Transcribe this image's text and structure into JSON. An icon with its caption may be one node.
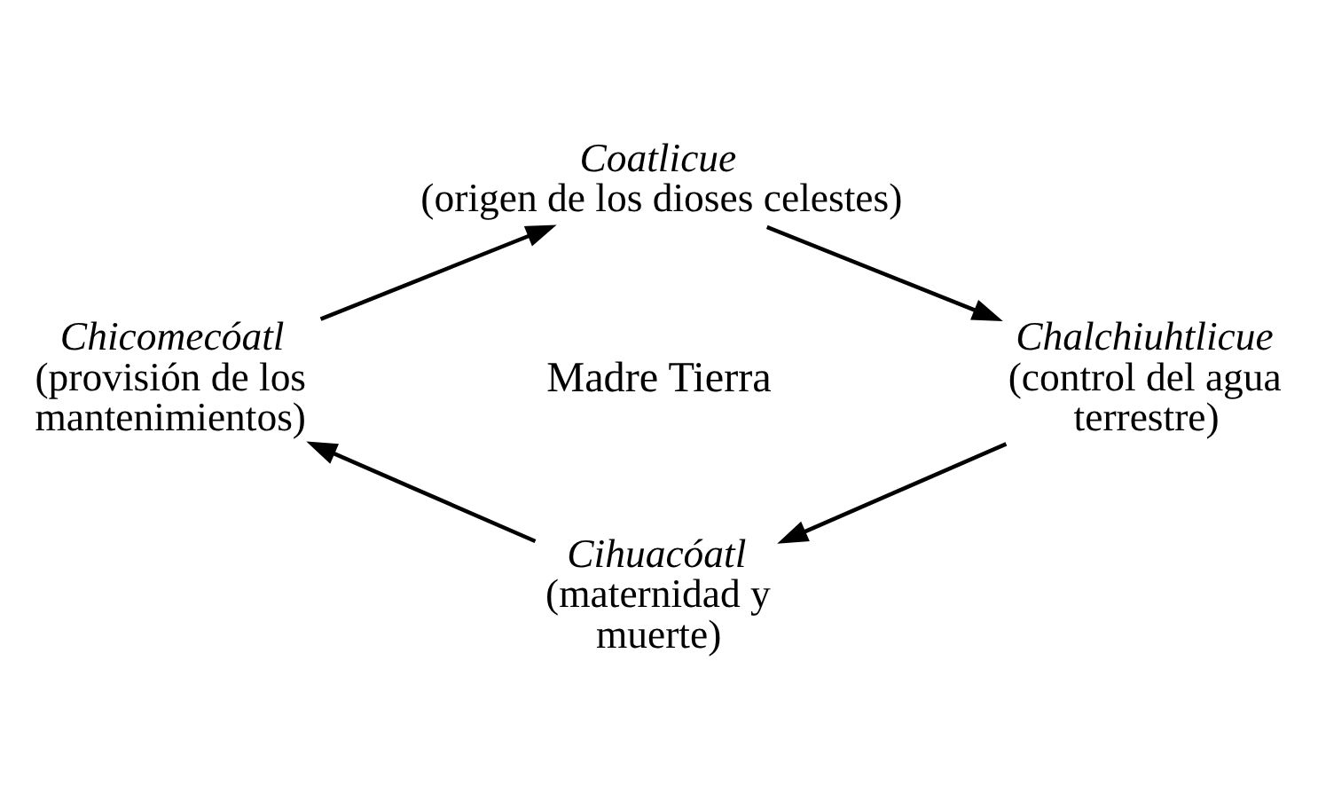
{
  "diagram": {
    "nodes": [
      {
        "text": [
          "Coatlicue",
          "(origen de los dioses celestes)"
        ]
      },
      {
        "text": [
          "Chicomecóatl",
          "(provisión de los mantenimientos)"
        ]
      },
      {
        "text": [
          "Chalchiuhtlicue",
          "(control del agua terrestre)"
        ]
      },
      {
        "text": [
          "Cihuacóatl",
          "(maternidad y muerte)"
        ]
      }
    ],
    "edges": [
      {
        "from": 1,
        "to": 0,
        "arrow": "to"
      },
      {
        "from": 0,
        "to": 2,
        "arrow": "to"
      },
      {
        "from": 2,
        "to": 3,
        "arrow": "to"
      },
      {
        "from": 3,
        "to": 1,
        "arrow": "to"
      }
    ],
    "labels": [
      "Madre Tierra"
    ]
  }
}
